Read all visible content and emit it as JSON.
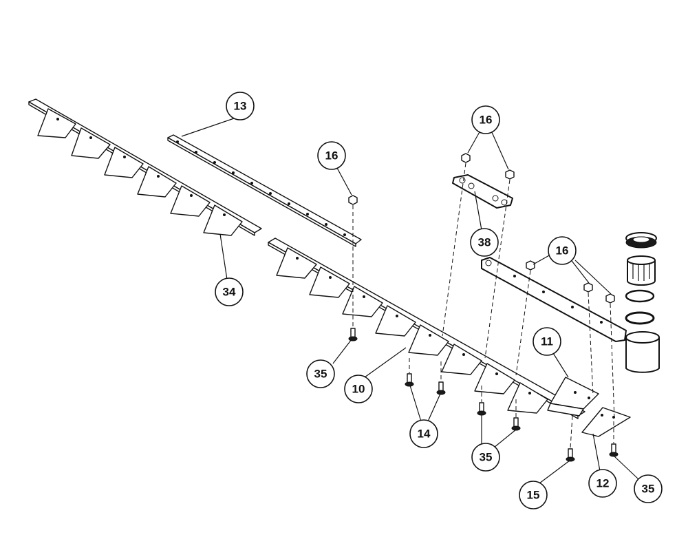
{
  "diagram": {
    "callouts": [
      {
        "id": "c13",
        "label": "13"
      },
      {
        "id": "c16a",
        "label": "16"
      },
      {
        "id": "c16b",
        "label": "16"
      },
      {
        "id": "c16c",
        "label": "16"
      },
      {
        "id": "c34",
        "label": "34"
      },
      {
        "id": "c38",
        "label": "38"
      },
      {
        "id": "c35a",
        "label": "35"
      },
      {
        "id": "c10",
        "label": "10"
      },
      {
        "id": "c11",
        "label": "11"
      },
      {
        "id": "c14",
        "label": "14"
      },
      {
        "id": "c35b",
        "label": "35"
      },
      {
        "id": "c15",
        "label": "15"
      },
      {
        "id": "c12",
        "label": "12"
      },
      {
        "id": "c35c",
        "label": "35"
      }
    ]
  }
}
